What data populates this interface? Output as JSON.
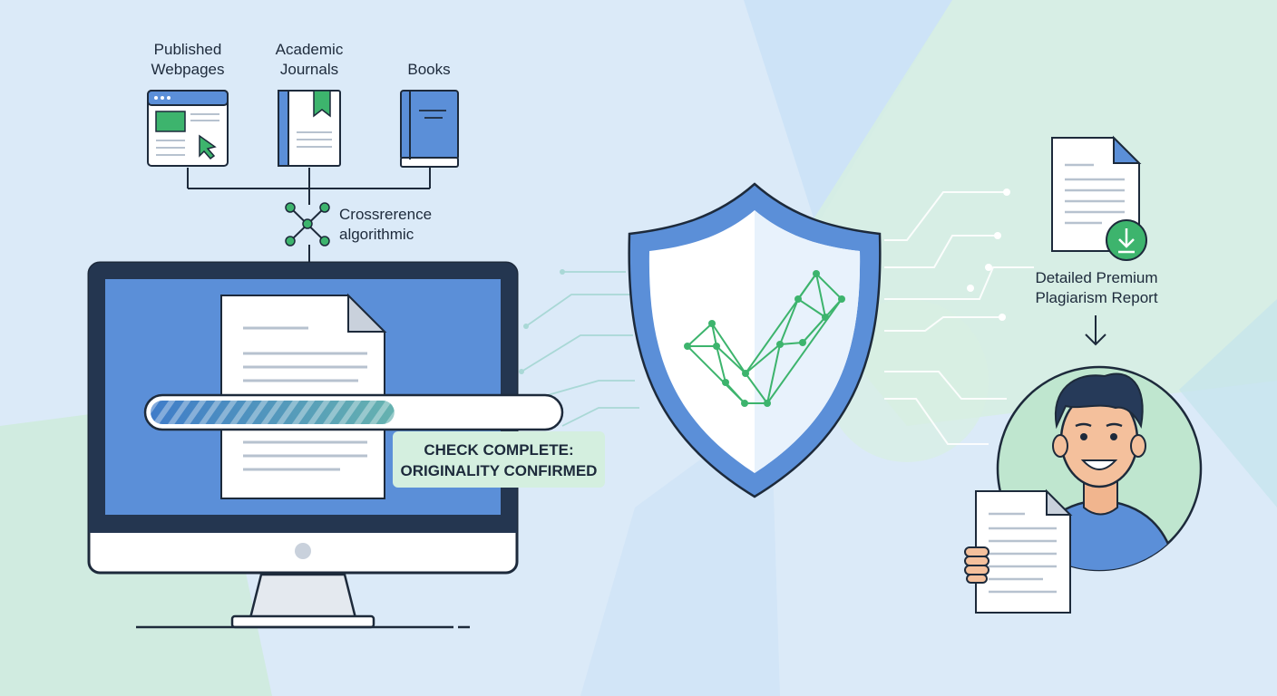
{
  "sources": [
    {
      "label_lines": [
        "Published",
        "Webpages"
      ],
      "icon": "webpage-icon"
    },
    {
      "label_lines": [
        "Academic",
        "Journals"
      ],
      "icon": "journal-icon"
    },
    {
      "label_lines": [
        "Books"
      ],
      "icon": "book-icon"
    }
  ],
  "algorithm": {
    "label_lines": [
      "Crossrerence",
      "algorithmic"
    ],
    "icon": "network-node-icon"
  },
  "progress": {
    "fraction": 0.6
  },
  "status": {
    "lines": [
      "CHECK COMPLETE:",
      "ORIGINALITY CONFIRMED"
    ]
  },
  "report": {
    "label_lines": [
      "Detailed Premium",
      "Plagiarism Report"
    ],
    "icon": "download-icon"
  },
  "colors": {
    "blue": "#5b8fd8",
    "dark": "#243650",
    "green": "#3db46d",
    "light_green": "#d4efdf"
  }
}
